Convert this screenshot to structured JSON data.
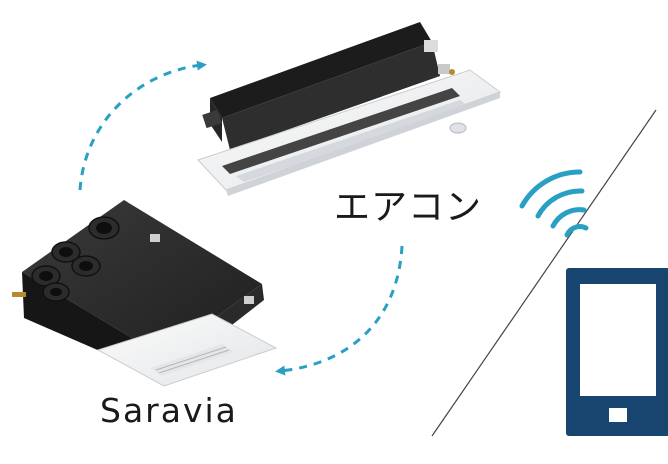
{
  "diagram": {
    "aircon_label": "エアコン",
    "saravia_label": "Saravia",
    "colors": {
      "arrow": "#2a9fc4",
      "wifi": "#2a9fc4",
      "phone": "#17456f",
      "unit_dark": "#2b2b2b",
      "panel": "#f2f3f4",
      "divider": "#444444"
    },
    "icons": [
      "wifi-signal-icon",
      "smartphone-icon",
      "air-conditioner-image",
      "saravia-unit-image"
    ]
  }
}
